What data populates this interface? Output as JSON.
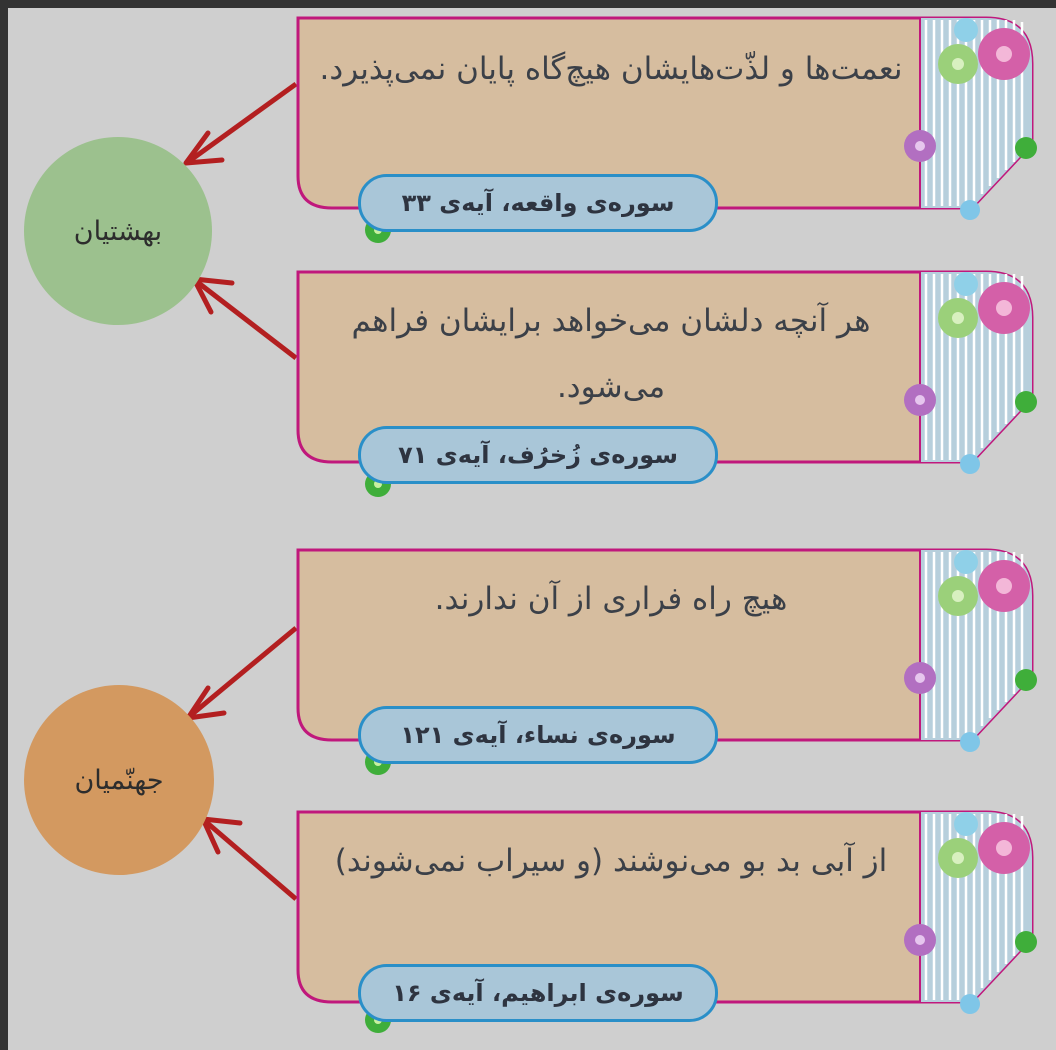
{
  "colors": {
    "page_bg": "#cfcfcf",
    "card_fill": "#d6bd9f",
    "card_border": "#c0187c",
    "ref_fill": "#a9c6d8",
    "ref_border": "#2a8fc8",
    "arrow": "#b31f20",
    "heaven_circle": "#9cc18e",
    "hell_circle": "#d39960"
  },
  "groups": [
    {
      "label": "بهشتیان",
      "color": "#9cc18e"
    },
    {
      "label": "جهنّمیان",
      "color": "#d39960"
    }
  ],
  "cards": [
    {
      "text": "نعمت‌ها و لذّت‌هایشان هیچ‌گاه پایان نمی‌پذیرد.",
      "reference": "سوره‌ی واقعه، آیه‌ی ۳۳",
      "group": 0
    },
    {
      "text": "هر آنچه دلشان می‌خواهد برایشان فراهم می‌شود.",
      "reference": "سوره‌ی زُخرُف، آیه‌ی ۷۱",
      "group": 0
    },
    {
      "text": "هیچ راه فراری از آن ندارند.",
      "reference": "سوره‌ی نساء، آیه‌ی ۱۲۱",
      "group": 1
    },
    {
      "text": "از آبی بد بو می‌نوشند (و سیراب نمی‌شوند)",
      "reference": "سوره‌ی ابراهیم، آیه‌ی ۱۶",
      "group": 1
    }
  ]
}
